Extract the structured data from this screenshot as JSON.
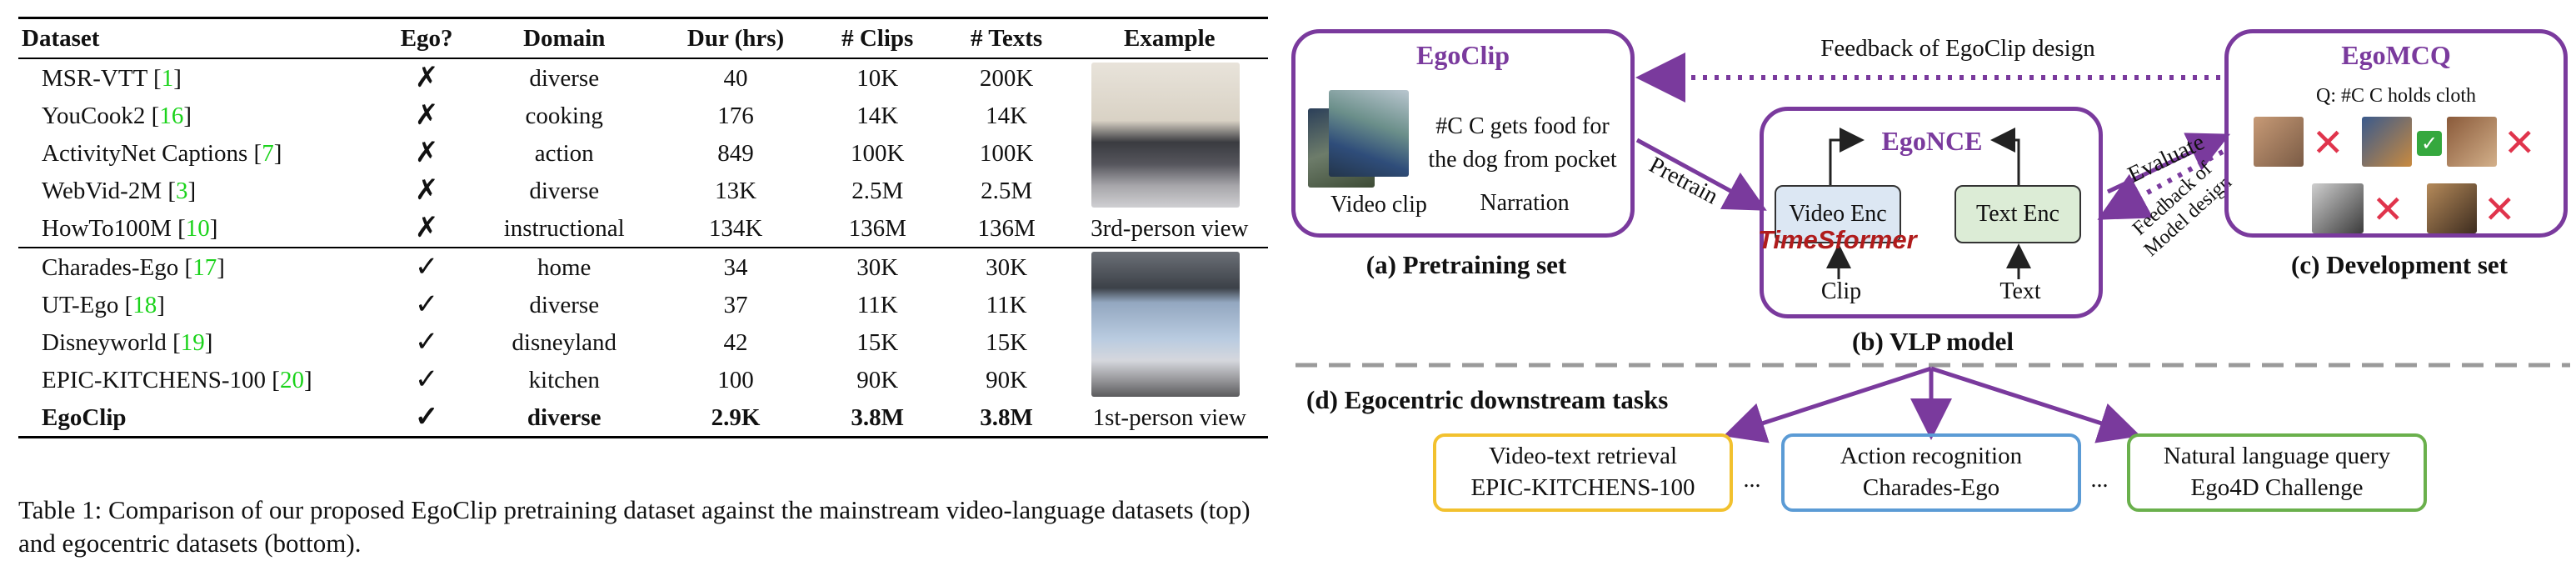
{
  "table": {
    "headers": [
      "Dataset",
      "Ego?",
      "Domain",
      "Dur (hrs)",
      "# Clips",
      "# Texts",
      "Example"
    ],
    "rows_top": [
      {
        "name": "MSR-VTT",
        "cite": "1",
        "ego": "✗",
        "domain": "diverse",
        "dur": "40",
        "clips": "10K",
        "texts": "200K"
      },
      {
        "name": "YouCook2",
        "cite": "16",
        "ego": "✗",
        "domain": "cooking",
        "dur": "176",
        "clips": "14K",
        "texts": "14K"
      },
      {
        "name": "ActivityNet Captions",
        "cite": "7",
        "ego": "✗",
        "domain": "action",
        "dur": "849",
        "clips": "100K",
        "texts": "100K"
      },
      {
        "name": "WebVid-2M",
        "cite": "3",
        "ego": "✗",
        "domain": "diverse",
        "dur": "13K",
        "clips": "2.5M",
        "texts": "2.5M"
      },
      {
        "name": "HowTo100M",
        "cite": "10",
        "ego": "✗",
        "domain": "instructional",
        "dur": "134K",
        "clips": "136M",
        "texts": "136M"
      }
    ],
    "rows_bottom": [
      {
        "name": "Charades-Ego",
        "cite": "17",
        "ego": "✓",
        "domain": "home",
        "dur": "34",
        "clips": "30K",
        "texts": "30K"
      },
      {
        "name": "UT-Ego",
        "cite": "18",
        "ego": "✓",
        "domain": "diverse",
        "dur": "37",
        "clips": "11K",
        "texts": "11K"
      },
      {
        "name": "Disneyworld",
        "cite": "19",
        "ego": "✓",
        "domain": "disneyland",
        "dur": "42",
        "clips": "15K",
        "texts": "15K"
      },
      {
        "name": "EPIC-KITCHENS-100",
        "cite": "20",
        "ego": "✓",
        "domain": "kitchen",
        "dur": "100",
        "clips": "90K",
        "texts": "90K"
      },
      {
        "name": "EgoClip",
        "cite": "",
        "ego": "✓",
        "domain": "diverse",
        "dur": "2.9K",
        "clips": "3.8M",
        "texts": "3.8M"
      }
    ],
    "example_top": "3rd-person view",
    "example_bottom": "1st-person view",
    "caption": "Table 1: Comparison of our proposed EgoClip pretraining dataset against the mainstream video-language datasets (top) and egocentric datasets (bottom)."
  },
  "diagram": {
    "feedback_top": "Feedback of EgoClip design",
    "egoclip": {
      "title": "EgoClip",
      "narration_text": "#C C gets food for the dog from pocket",
      "video_label": "Video clip",
      "narration_label": "Narration",
      "caption": "(a) Pretraining set"
    },
    "pretrain": "Pretrain",
    "vlp": {
      "title": "EgoNCE",
      "video_enc": "Video Enc",
      "text_enc": "Text Enc",
      "backbone": "TimeSformer",
      "clip": "Clip",
      "text": "Text",
      "caption": "(b) VLP model"
    },
    "evaluate": "Evaluate",
    "feedback_model": "Feedback of Model design",
    "egomcq": {
      "title": "EgoMCQ",
      "question": "Q: #C C holds cloth",
      "caption": "(c) Development set"
    },
    "downstream_title": "(d) Egocentric downstream tasks",
    "ellipsis": "...",
    "tasks": [
      {
        "line1": "Video-text retrieval",
        "line2": "EPIC-KITCHENS-100",
        "color": "#f2c12e"
      },
      {
        "line1": "Action recognition",
        "line2": "Charades-Ego",
        "color": "#5b9bd5"
      },
      {
        "line1": "Natural language query",
        "line2": "Ego4D Challenge",
        "color": "#6ab04c"
      }
    ],
    "colors": {
      "purple": "#7a3a9d",
      "cross": "#e0344c",
      "check": "#35a83e",
      "backbone": "#b01c1c"
    }
  }
}
